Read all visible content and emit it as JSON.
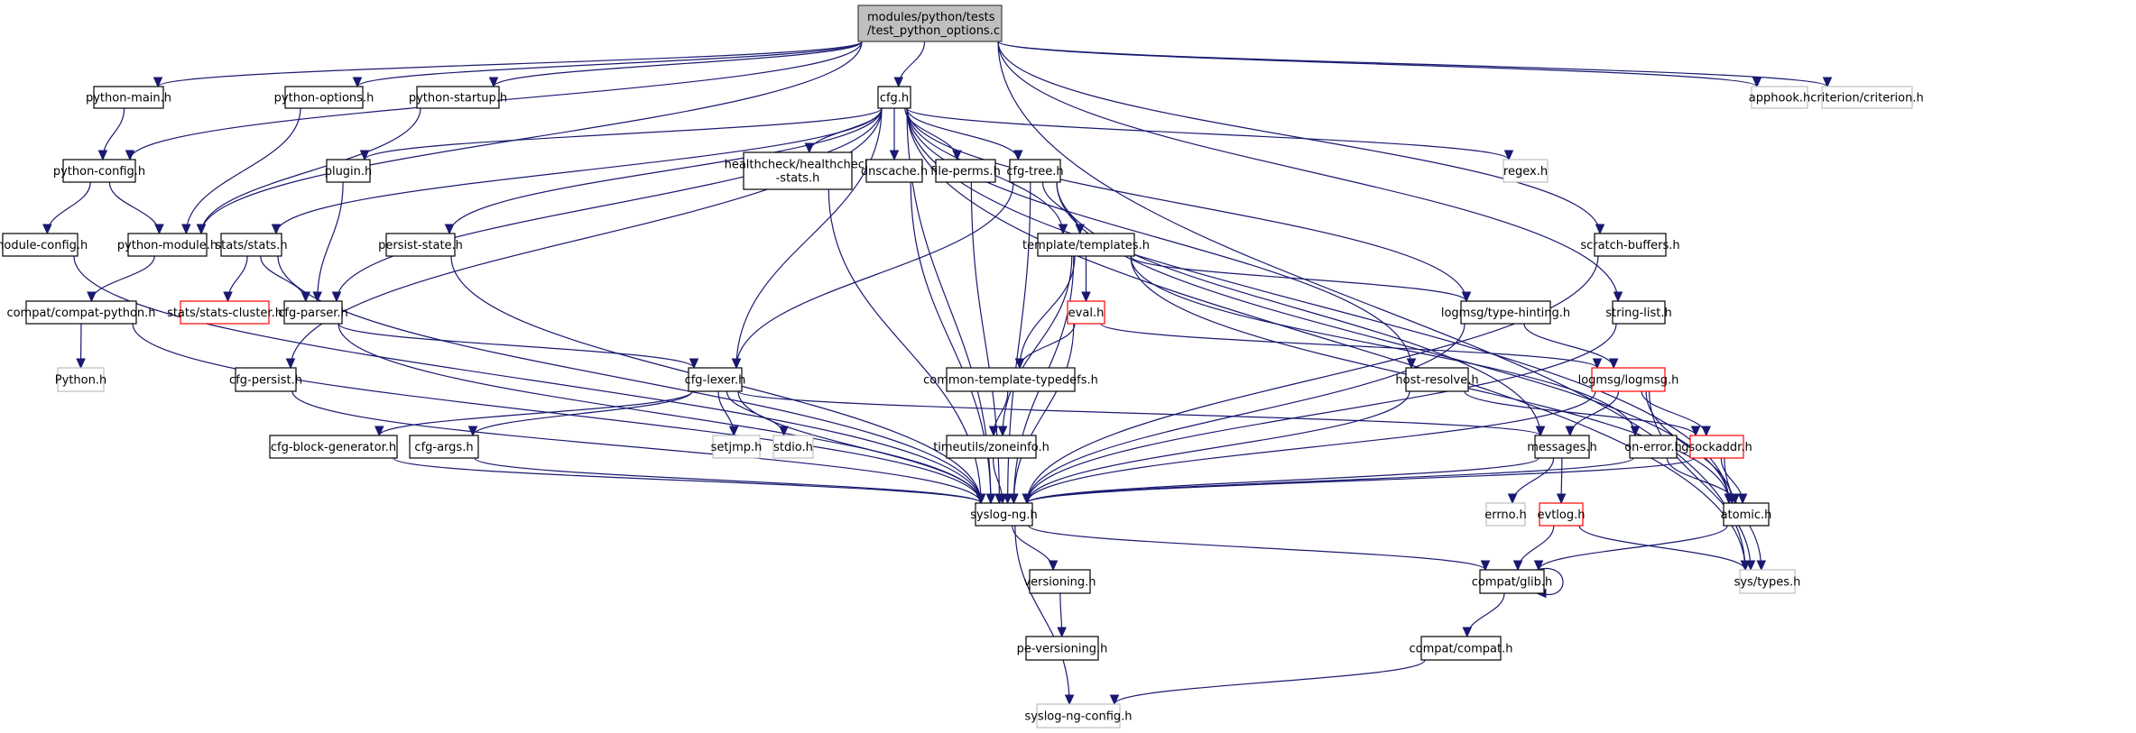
{
  "title": "modules/python/tests/test_python_options.c include dependency graph",
  "colors": {
    "edge": "#191970",
    "root_fill": "#bfbfbf",
    "root_border": "#404040",
    "normal_border": "#000000",
    "missing_border": "#bfbfbf",
    "truncated_border": "#ff0000",
    "text": "#000000"
  },
  "nodes": [
    {
      "id": "root",
      "lines": [
        "modules/python/tests",
        "/test_python_options.c"
      ],
      "kind": "root"
    },
    {
      "id": "python_main",
      "lines": [
        "python-main.h"
      ],
      "kind": "normal"
    },
    {
      "id": "python_options",
      "lines": [
        "python-options.h"
      ],
      "kind": "normal"
    },
    {
      "id": "python_startup",
      "lines": [
        "python-startup.h"
      ],
      "kind": "normal"
    },
    {
      "id": "cfg",
      "lines": [
        "cfg.h"
      ],
      "kind": "normal"
    },
    {
      "id": "apphook",
      "lines": [
        "apphook.h"
      ],
      "kind": "missing"
    },
    {
      "id": "criterion",
      "lines": [
        "criterion/criterion.h"
      ],
      "kind": "missing"
    },
    {
      "id": "python_config",
      "lines": [
        "python-config.h"
      ],
      "kind": "normal"
    },
    {
      "id": "plugin",
      "lines": [
        "plugin.h"
      ],
      "kind": "normal"
    },
    {
      "id": "healthcheck",
      "lines": [
        "healthcheck/healthcheck",
        "-stats.h"
      ],
      "kind": "normal"
    },
    {
      "id": "dnscache",
      "lines": [
        "dnscache.h"
      ],
      "kind": "normal"
    },
    {
      "id": "file_perms",
      "lines": [
        "file-perms.h"
      ],
      "kind": "normal"
    },
    {
      "id": "cfg_tree",
      "lines": [
        "cfg-tree.h"
      ],
      "kind": "normal"
    },
    {
      "id": "regex",
      "lines": [
        "regex.h"
      ],
      "kind": "missing"
    },
    {
      "id": "module_config",
      "lines": [
        "module-config.h"
      ],
      "kind": "normal"
    },
    {
      "id": "python_module",
      "lines": [
        "python-module.h"
      ],
      "kind": "normal"
    },
    {
      "id": "stats",
      "lines": [
        "stats/stats.h"
      ],
      "kind": "normal"
    },
    {
      "id": "persist_state",
      "lines": [
        "persist-state.h"
      ],
      "kind": "normal"
    },
    {
      "id": "templates",
      "lines": [
        "template/templates.h"
      ],
      "kind": "normal"
    },
    {
      "id": "scratch_buffers",
      "lines": [
        "scratch-buffers.h"
      ],
      "kind": "normal"
    },
    {
      "id": "compat_python",
      "lines": [
        "compat/compat-python.h"
      ],
      "kind": "normal"
    },
    {
      "id": "stats_cluster",
      "lines": [
        "stats/stats-cluster.h"
      ],
      "kind": "truncated"
    },
    {
      "id": "cfg_parser",
      "lines": [
        "cfg-parser.h"
      ],
      "kind": "normal"
    },
    {
      "id": "eval",
      "lines": [
        "eval.h"
      ],
      "kind": "truncated"
    },
    {
      "id": "type_hinting",
      "lines": [
        "logmsg/type-hinting.h"
      ],
      "kind": "normal"
    },
    {
      "id": "string_list",
      "lines": [
        "string-list.h"
      ],
      "kind": "normal"
    },
    {
      "id": "python_h",
      "lines": [
        "Python.h"
      ],
      "kind": "missing"
    },
    {
      "id": "cfg_persist",
      "lines": [
        "cfg-persist.h"
      ],
      "kind": "normal"
    },
    {
      "id": "cfg_lexer",
      "lines": [
        "cfg-lexer.h"
      ],
      "kind": "normal"
    },
    {
      "id": "common_template",
      "lines": [
        "common-template-typedefs.h"
      ],
      "kind": "normal"
    },
    {
      "id": "host_resolve",
      "lines": [
        "host-resolve.h"
      ],
      "kind": "normal"
    },
    {
      "id": "logmsg",
      "lines": [
        "logmsg/logmsg.h"
      ],
      "kind": "truncated"
    },
    {
      "id": "cfg_block_gen",
      "lines": [
        "cfg-block-generator.h"
      ],
      "kind": "normal"
    },
    {
      "id": "cfg_args",
      "lines": [
        "cfg-args.h"
      ],
      "kind": "normal"
    },
    {
      "id": "setjmp",
      "lines": [
        "setjmp.h"
      ],
      "kind": "missing"
    },
    {
      "id": "stdio",
      "lines": [
        "stdio.h"
      ],
      "kind": "missing"
    },
    {
      "id": "zoneinfo",
      "lines": [
        "timeutils/zoneinfo.h"
      ],
      "kind": "normal"
    },
    {
      "id": "messages",
      "lines": [
        "messages.h"
      ],
      "kind": "normal"
    },
    {
      "id": "on_error",
      "lines": [
        "on-error.h"
      ],
      "kind": "normal"
    },
    {
      "id": "gsockaddr",
      "lines": [
        "gsockaddr.h"
      ],
      "kind": "truncated"
    },
    {
      "id": "syslog_ng",
      "lines": [
        "syslog-ng.h"
      ],
      "kind": "normal"
    },
    {
      "id": "errno",
      "lines": [
        "errno.h"
      ],
      "kind": "missing"
    },
    {
      "id": "evtlog",
      "lines": [
        "evtlog.h"
      ],
      "kind": "truncated"
    },
    {
      "id": "atomic",
      "lines": [
        "atomic.h"
      ],
      "kind": "normal"
    },
    {
      "id": "versioning",
      "lines": [
        "versioning.h"
      ],
      "kind": "normal"
    },
    {
      "id": "glib",
      "lines": [
        "compat/glib.h"
      ],
      "kind": "normal"
    },
    {
      "id": "sys_types",
      "lines": [
        "sys/types.h"
      ],
      "kind": "missing"
    },
    {
      "id": "pe_versioning",
      "lines": [
        "pe-versioning.h"
      ],
      "kind": "normal"
    },
    {
      "id": "compat_compat",
      "lines": [
        "compat/compat.h"
      ],
      "kind": "normal"
    },
    {
      "id": "syslog_ng_config",
      "lines": [
        "syslog-ng-config.h"
      ],
      "kind": "missing"
    }
  ],
  "edges": [
    [
      "root",
      "python_main"
    ],
    [
      "root",
      "python_options"
    ],
    [
      "root",
      "python_startup"
    ],
    [
      "root",
      "cfg"
    ],
    [
      "root",
      "apphook"
    ],
    [
      "root",
      "criterion"
    ],
    [
      "root",
      "python_config"
    ],
    [
      "root",
      "python_module"
    ],
    [
      "root",
      "scratch_buffers"
    ],
    [
      "root",
      "string_list"
    ],
    [
      "root",
      "sys_types"
    ],
    [
      "python_main",
      "python_config"
    ],
    [
      "python_options",
      "python_module"
    ],
    [
      "python_startup",
      "python_module"
    ],
    [
      "python_config",
      "module_config"
    ],
    [
      "python_config",
      "python_module"
    ],
    [
      "module_config",
      "syslog_ng"
    ],
    [
      "python_module",
      "compat_python"
    ],
    [
      "compat_python",
      "python_h"
    ],
    [
      "compat_python",
      "syslog_ng"
    ],
    [
      "cfg",
      "plugin"
    ],
    [
      "cfg",
      "healthcheck"
    ],
    [
      "cfg",
      "dnscache"
    ],
    [
      "cfg",
      "file_perms"
    ],
    [
      "cfg",
      "cfg_tree"
    ],
    [
      "cfg",
      "regex"
    ],
    [
      "cfg",
      "stats"
    ],
    [
      "cfg",
      "persist_state"
    ],
    [
      "cfg",
      "cfg_parser"
    ],
    [
      "cfg",
      "cfg_persist"
    ],
    [
      "cfg",
      "cfg_lexer"
    ],
    [
      "cfg",
      "templates"
    ],
    [
      "cfg",
      "type_hinting"
    ],
    [
      "cfg",
      "host_resolve"
    ],
    [
      "cfg",
      "syslog_ng"
    ],
    [
      "cfg",
      "atomic"
    ],
    [
      "cfg",
      "sys_types"
    ],
    [
      "plugin",
      "cfg_parser"
    ],
    [
      "stats",
      "stats_cluster"
    ],
    [
      "stats",
      "cfg_parser"
    ],
    [
      "stats",
      "syslog_ng"
    ],
    [
      "persist_state",
      "syslog_ng"
    ],
    [
      "healthcheck",
      "syslog_ng"
    ],
    [
      "dnscache",
      "syslog_ng"
    ],
    [
      "file_perms",
      "syslog_ng"
    ],
    [
      "cfg_parser",
      "cfg_lexer"
    ],
    [
      "cfg_parser",
      "syslog_ng"
    ],
    [
      "cfg_persist",
      "syslog_ng"
    ],
    [
      "cfg_tree",
      "templates"
    ],
    [
      "cfg_tree",
      "cfg_lexer"
    ],
    [
      "cfg_tree",
      "syslog_ng"
    ],
    [
      "cfg_tree",
      "messages"
    ],
    [
      "cfg_tree",
      "atomic"
    ],
    [
      "templates",
      "eval"
    ],
    [
      "templates",
      "common_template"
    ],
    [
      "templates",
      "type_hinting"
    ],
    [
      "templates",
      "zoneinfo"
    ],
    [
      "templates",
      "syslog_ng"
    ],
    [
      "templates",
      "on_error"
    ],
    [
      "templates",
      "atomic"
    ],
    [
      "eval",
      "common_template"
    ],
    [
      "eval",
      "syslog_ng"
    ],
    [
      "eval",
      "logmsg"
    ],
    [
      "common_template",
      "zoneinfo"
    ],
    [
      "zoneinfo",
      "syslog_ng"
    ],
    [
      "cfg_lexer",
      "cfg_block_gen"
    ],
    [
      "cfg_lexer",
      "cfg_args"
    ],
    [
      "cfg_lexer",
      "setjmp"
    ],
    [
      "cfg_lexer",
      "stdio"
    ],
    [
      "cfg_lexer",
      "messages"
    ],
    [
      "cfg_lexer",
      "syslog_ng"
    ],
    [
      "cfg_block_gen",
      "syslog_ng"
    ],
    [
      "cfg_args",
      "syslog_ng"
    ],
    [
      "type_hinting",
      "logmsg"
    ],
    [
      "type_hinting",
      "syslog_ng"
    ],
    [
      "string_list",
      "syslog_ng"
    ],
    [
      "scratch_buffers",
      "syslog_ng"
    ],
    [
      "host_resolve",
      "gsockaddr"
    ],
    [
      "host_resolve",
      "syslog_ng"
    ],
    [
      "logmsg",
      "messages"
    ],
    [
      "logmsg",
      "gsockaddr"
    ],
    [
      "logmsg",
      "atomic"
    ],
    [
      "logmsg",
      "syslog_ng"
    ],
    [
      "logmsg",
      "sys_types"
    ],
    [
      "messages",
      "errno"
    ],
    [
      "messages",
      "evtlog"
    ],
    [
      "messages",
      "syslog_ng"
    ],
    [
      "on_error",
      "syslog_ng"
    ],
    [
      "on_error",
      "atomic"
    ],
    [
      "gsockaddr",
      "atomic"
    ],
    [
      "gsockaddr",
      "sys_types"
    ],
    [
      "gsockaddr",
      "syslog_ng"
    ],
    [
      "evtlog",
      "glib"
    ],
    [
      "evtlog",
      "sys_types"
    ],
    [
      "atomic",
      "glib"
    ],
    [
      "syslog_ng",
      "versioning"
    ],
    [
      "syslog_ng",
      "glib"
    ],
    [
      "syslog_ng",
      "syslog_ng_config"
    ],
    [
      "versioning",
      "pe_versioning"
    ],
    [
      "glib",
      "glib"
    ],
    [
      "glib",
      "compat_compat"
    ],
    [
      "compat_compat",
      "syslog_ng_config"
    ]
  ]
}
